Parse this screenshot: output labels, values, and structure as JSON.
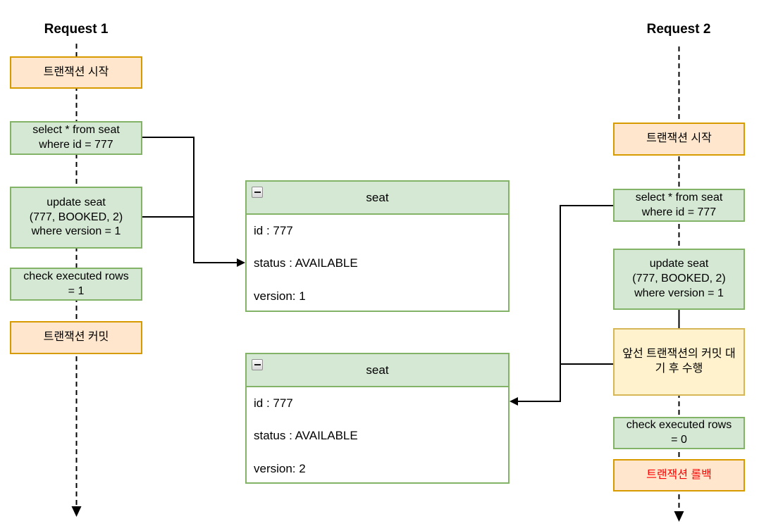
{
  "request1": {
    "title": "Request 1",
    "steps": [
      {
        "label": "트랜잭션 시작"
      },
      {
        "label": "select * from seat\nwhere id = 777"
      },
      {
        "label": "update seat\n(777, BOOKED, 2)\nwhere version = 1"
      },
      {
        "label": "check executed rows\n= 1"
      },
      {
        "label": "트랜잭션 커밋"
      }
    ]
  },
  "request2": {
    "title": "Request 2",
    "steps": [
      {
        "label": "트랜잭션 시작"
      },
      {
        "label": "select * from seat\nwhere id = 777"
      },
      {
        "label": "update seat\n(777, BOOKED, 2)\nwhere version = 1"
      },
      {
        "label": "앞선 트랜잭션의 커밋 대\n기 후 수행"
      },
      {
        "label": "check executed rows\n= 0"
      },
      {
        "label": "트랜잭션 롤백"
      }
    ]
  },
  "tables": [
    {
      "title": "seat",
      "rows": [
        "id : 777",
        "status : AVAILABLE",
        "version: 1"
      ]
    },
    {
      "title": "seat",
      "rows": [
        "id : 777",
        "status : AVAILABLE",
        "version: 2"
      ]
    }
  ],
  "icons": {
    "table_collapse": "minus-icon"
  },
  "colors": {
    "txn_box_fill": "#FFE6CC",
    "txn_box_border": "#D79B00",
    "sql_box_fill": "#D5E8D4",
    "sql_box_border": "#82B366",
    "wait_box_fill": "#FFF2CC",
    "wait_box_border": "#D6B656",
    "table_header_fill": "#D5E8D4",
    "table_border": "#82B366",
    "rollback_text": "#FF0000",
    "connector": "#000000"
  }
}
